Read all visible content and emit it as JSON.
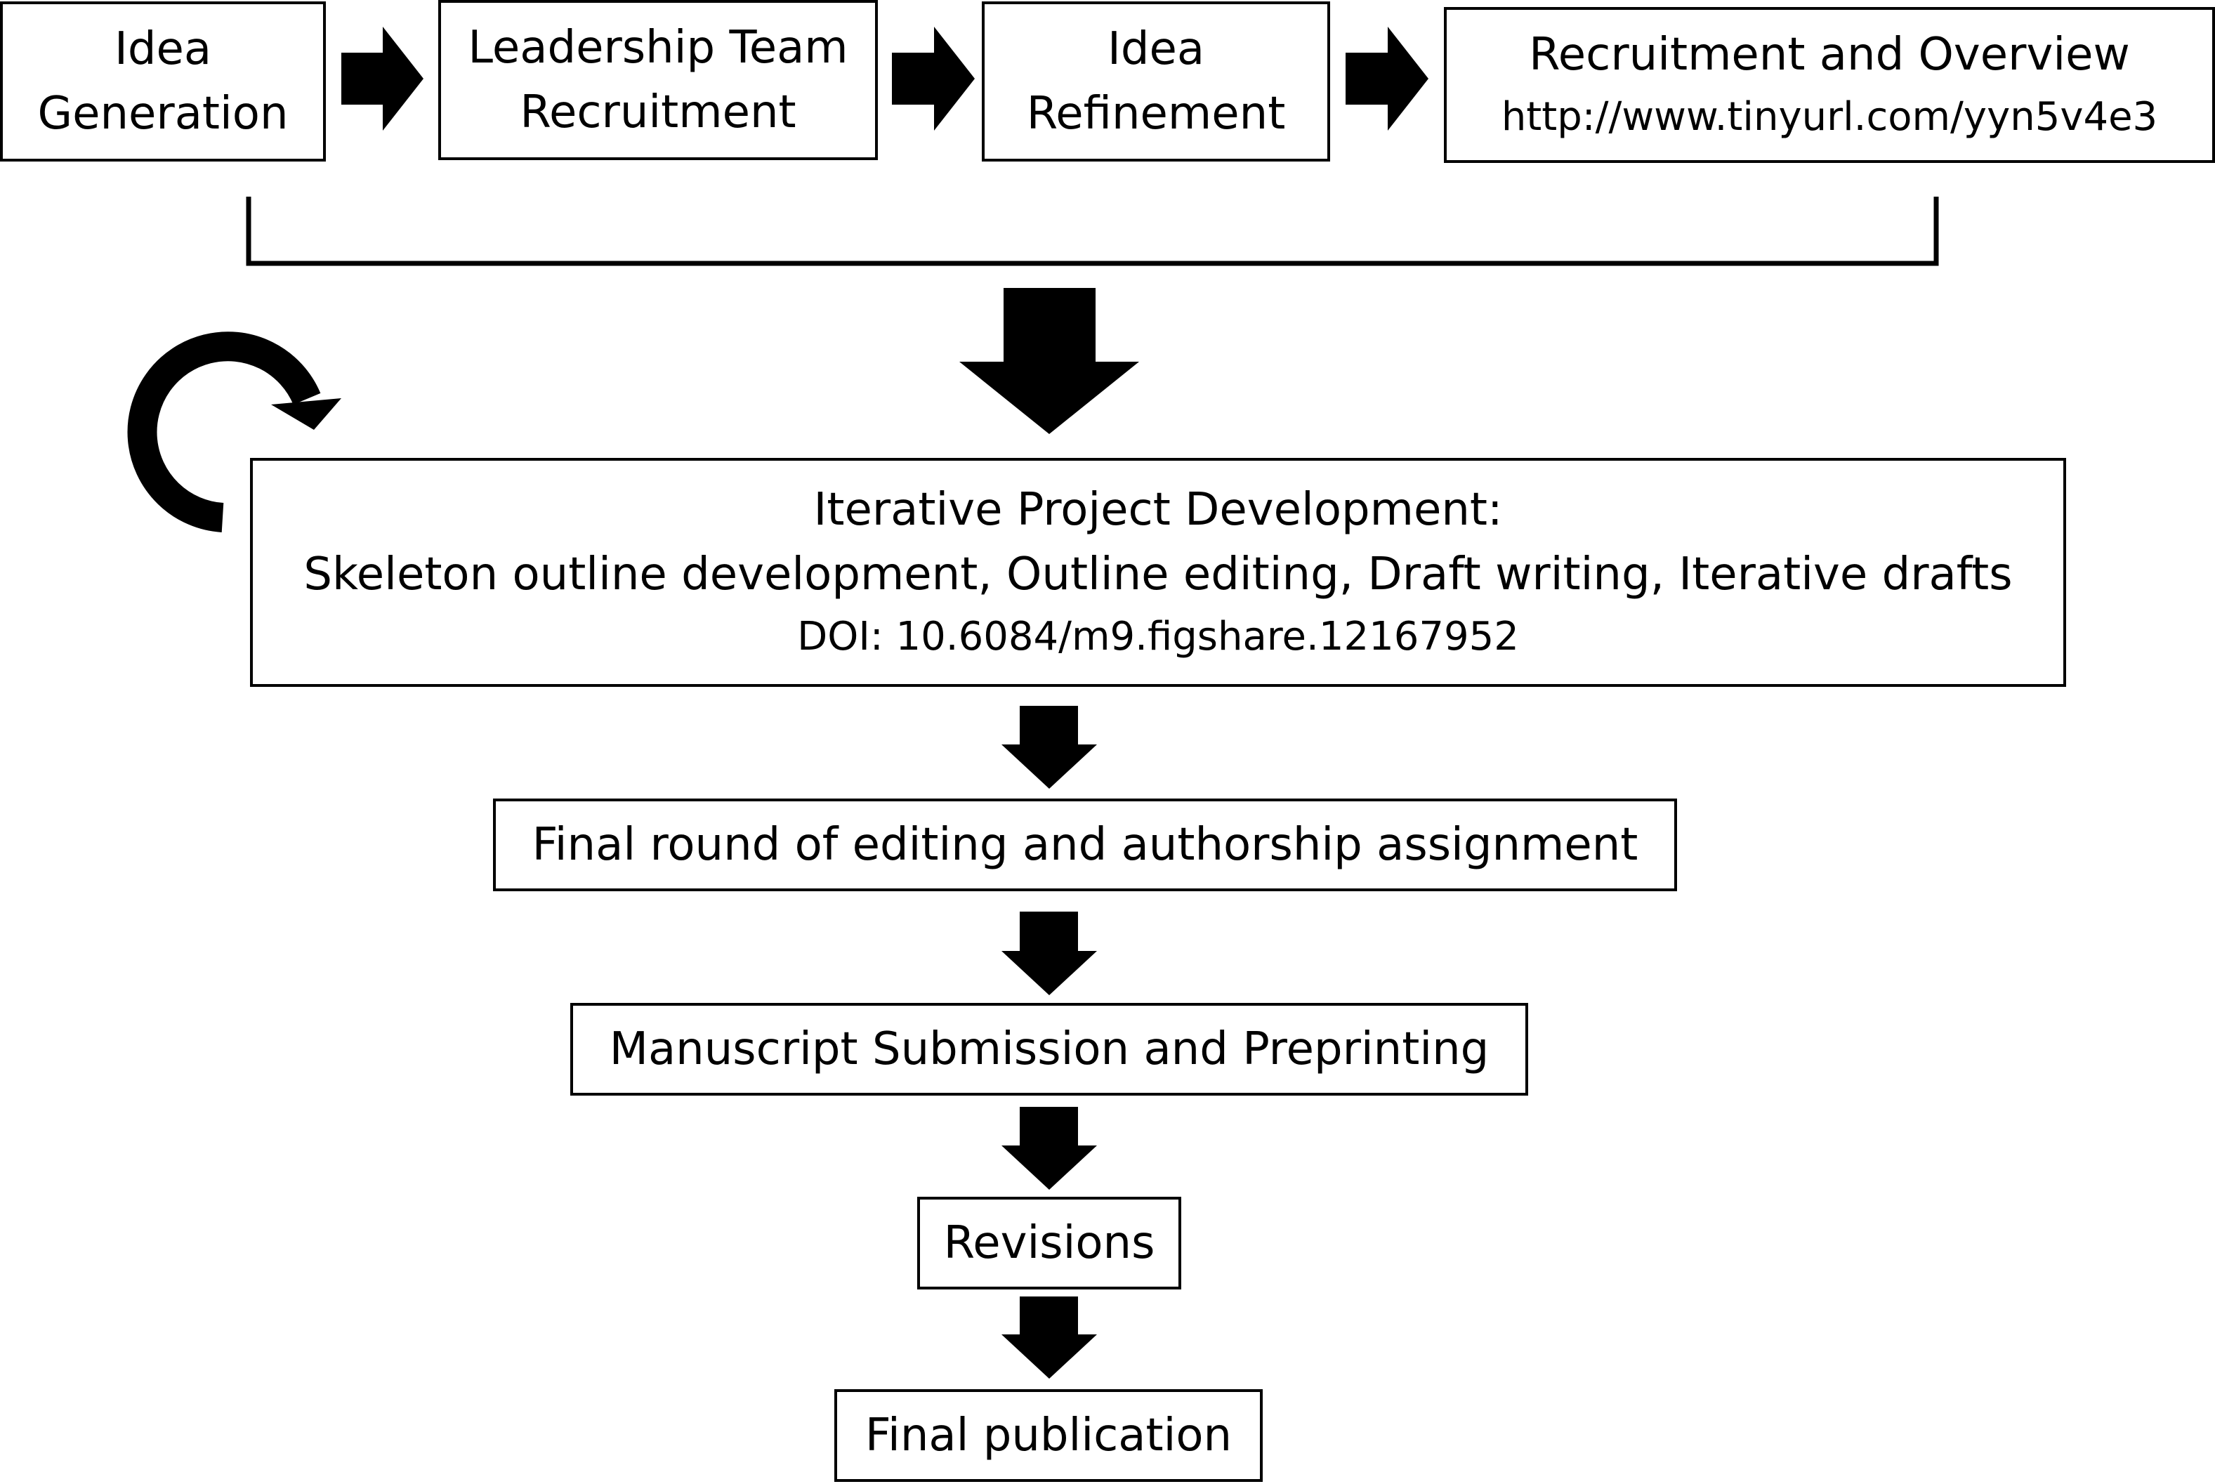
{
  "diagram": {
    "stages_top": [
      {
        "lines": [
          "Idea",
          "Generation"
        ]
      },
      {
        "lines": [
          "Leadership Team",
          "Recruitment"
        ]
      },
      {
        "lines": [
          "Idea",
          "Refinement"
        ]
      },
      {
        "lines": [
          "Recruitment and Overview",
          "http://www.tinyurl.com/yyn5v4e3"
        ]
      }
    ],
    "iterative": {
      "title": "Iterative Project Development:",
      "steps": "Skeleton outline development, Outline editing, Draft writing, Iterative drafts",
      "doi": "DOI: 10.6084/m9.figshare.12167952"
    },
    "stages_bottom": [
      {
        "label": "Final round of editing and authorship assignment"
      },
      {
        "label": "Manuscript Submission and Preprinting"
      },
      {
        "label": "Revisions"
      },
      {
        "label": "Final publication"
      }
    ],
    "colors": {
      "stroke": "#000000",
      "background": "#ffffff"
    },
    "icons": {
      "loop": "circular-arrow-icon",
      "flow": "block-arrow-icon"
    }
  }
}
